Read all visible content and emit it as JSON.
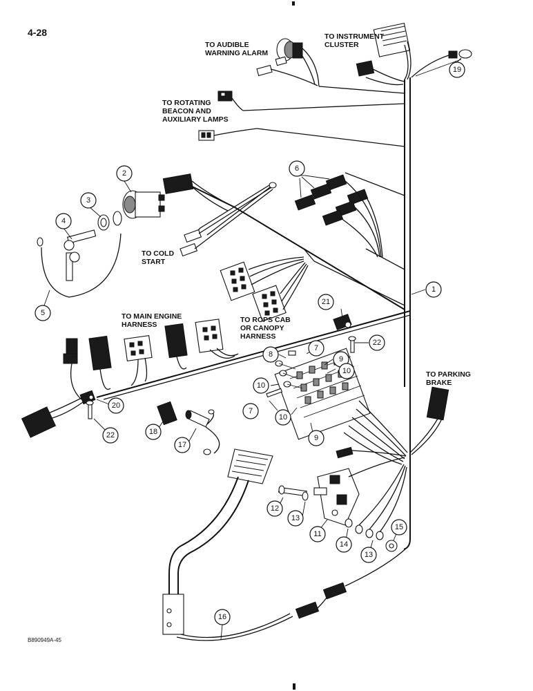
{
  "page": {
    "number": "4-28",
    "figure_ref": "B890949A-45"
  },
  "labels": {
    "audible_1": "TO AUDIBLE",
    "audible_2": "WARNING ALARM",
    "instrument_1": "TO INSTRUMENT",
    "instrument_2": "CLUSTER",
    "beacon_1": "TO ROTATING",
    "beacon_2": "BEACON AND",
    "beacon_3": "AUXILIARY LAMPS",
    "cold_1": "TO COLD",
    "cold_2": "START",
    "main_1": "TO MAIN ENGINE",
    "main_2": "HARNESS",
    "rops_1": "TO ROPS CAB",
    "rops_2": "OR CANOPY",
    "rops_3": "HARNESS",
    "parking_1": "TO PARKING",
    "parking_2": "BRAKE"
  },
  "callouts": {
    "c1": "1",
    "c2": "2",
    "c3": "3",
    "c4": "4",
    "c5": "5",
    "c6": "6",
    "c7a": "7",
    "c7b": "7",
    "c8": "8",
    "c9a": "9",
    "c9b": "9",
    "c10a": "10",
    "c10b": "10",
    "c10c": "10",
    "c11": "11",
    "c12": "12",
    "c13a": "13",
    "c13b": "13",
    "c14": "14",
    "c15": "15",
    "c16": "16",
    "c17": "17",
    "c18": "18",
    "c19": "19",
    "c20": "20",
    "c21": "21",
    "c22a": "22",
    "c22b": "22"
  }
}
